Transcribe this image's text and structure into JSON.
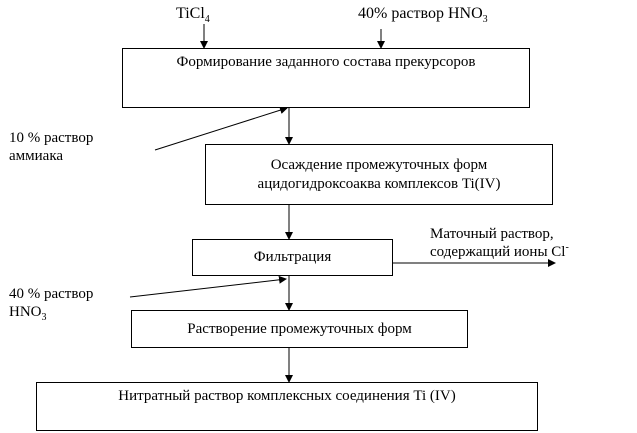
{
  "inputs": {
    "ticl4": {
      "main": "TiCl",
      "sub": "4"
    },
    "hno3_40_top": {
      "main": "40% раствор HNO",
      "sub": "3"
    }
  },
  "steps": {
    "step1": "Формирование заданного состава прекурсоров",
    "step2_line1": "Осаждение промежуточных форм",
    "step2_line2": "ацидогидроксоаква комплексов Ti(IV)",
    "step3": "Фильтрация",
    "step4": "Растворение промежуточных форм",
    "step5": "Нитратный раствор  комплексных соединения Ti (IV)"
  },
  "side_inputs": {
    "ammonia_line1": "10 % раствор",
    "ammonia_line2": "аммиака",
    "hno3_side_line1": "40 % раствор",
    "hno3_side_line2": {
      "main": "HNO",
      "sub": "3"
    }
  },
  "output": {
    "line1": "Маточный раствор,",
    "line2": {
      "main": "содержащий ионы Cl",
      "sup": "-"
    }
  }
}
